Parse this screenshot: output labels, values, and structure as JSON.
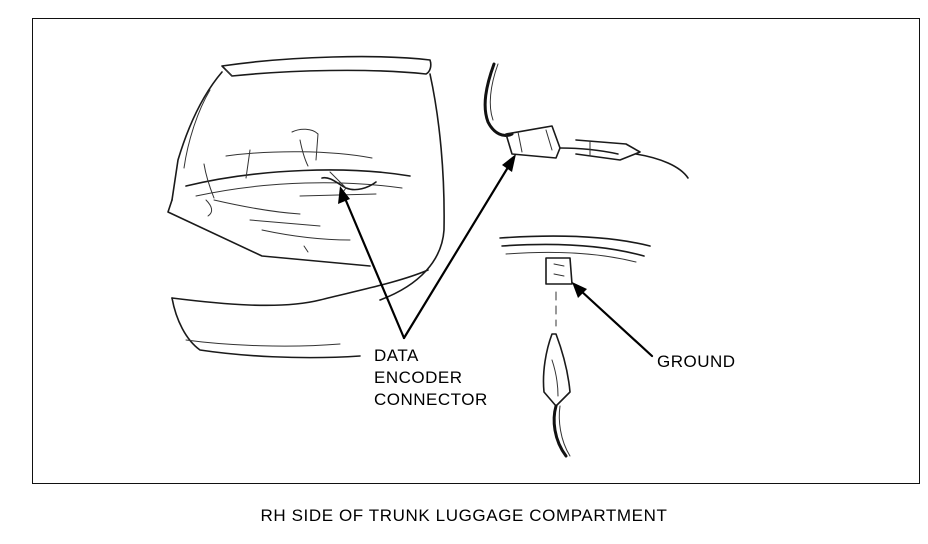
{
  "callouts": {
    "data_encoder_connector": [
      "DATA",
      "ENCODER",
      "CONNECTOR"
    ],
    "ground": "GROUND"
  },
  "caption": "RH SIDE OF TRUNK LUGGAGE COMPARTMENT"
}
